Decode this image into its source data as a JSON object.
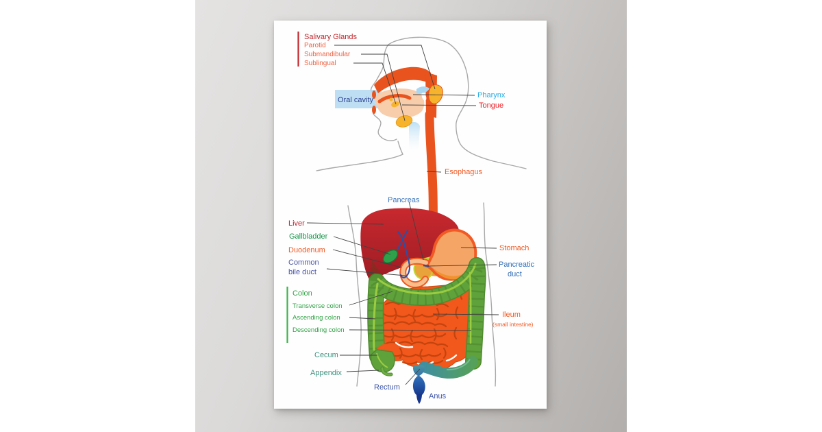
{
  "scene": {
    "background": "#ffffff",
    "wall_color_left": "#e4e3e2",
    "wall_color_right": "#b2afad",
    "poster_color": "#fefefe"
  },
  "diagram": {
    "leader_color": "#404040",
    "outline_color": "#a8a8a8",
    "salivary": {
      "heading": {
        "text": "Salivary Glands",
        "color": "#c1272d"
      },
      "bar_color": "#c1272d",
      "items": [
        {
          "text": "Parotid",
          "color": "#ee6242"
        },
        {
          "text": "Submandibular",
          "color": "#ee6242"
        },
        {
          "text": "Sublingual",
          "color": "#ee6242"
        }
      ]
    },
    "labels": {
      "oral_cavity": {
        "text": "Oral cavity",
        "color": "#2b3e92",
        "box_color": "#b7dcf2"
      },
      "pharynx": {
        "text": "Pharynx",
        "color": "#29abe2"
      },
      "tongue": {
        "text": "Tongue",
        "color": "#ed1c24"
      },
      "esophagus": {
        "text": "Esophagus",
        "color": "#f15a24"
      },
      "pancreas": {
        "text": "Pancreas",
        "color": "#3e78be"
      },
      "liver": {
        "text": "Liver",
        "color": "#be1e2d"
      },
      "gallbladder": {
        "text": "Gallbladder",
        "color": "#17954a"
      },
      "duodenum": {
        "text": "Duodenum",
        "color": "#f15a24"
      },
      "common_bile_duct": {
        "line1": "Common",
        "line2": "bile duct",
        "color": "#4a55a5"
      },
      "stomach": {
        "text": "Stomach",
        "color": "#f15a24"
      },
      "pancreatic_duct": {
        "line1": "Pancreatic",
        "line2": "duct",
        "color": "#2e6cb5"
      },
      "ileum": {
        "text": "Ileum",
        "note": "(small intestine)",
        "color": "#f15a24"
      },
      "cecum": {
        "text": "Cecum",
        "color": "#3d9480"
      },
      "appendix": {
        "text": "Appendix",
        "color": "#3d9480"
      },
      "rectum": {
        "text": "Rectum",
        "color": "#3a52a5"
      },
      "anus": {
        "text": "Anus",
        "color": "#3a52a5"
      }
    },
    "colon": {
      "heading": {
        "text": "Colon",
        "color": "#33a348"
      },
      "bar_color": "#39b54a",
      "items": [
        {
          "text": "Transverse colon",
          "color": "#33a348"
        },
        {
          "text": "Ascending colon",
          "color": "#33a348"
        },
        {
          "text": "Descending colon",
          "color": "#33a348"
        }
      ]
    },
    "organ_colors": {
      "esophagus": "#e8531e",
      "liver": "#b5222a",
      "stomach_fill": "#f5a566",
      "stomach_outline": "#f15a24",
      "pancreas": "#e8a33b",
      "pancreas_highlight": "#bfd730",
      "gallbladder": "#2fa14b",
      "bile_duct": "#2f4ea2",
      "small_intestine": "#f2571b",
      "colon": "#5fa23b",
      "colon_tenia": "#9bcb41",
      "sigmoid": "#4a9477",
      "rectum_top": "#4d95a0",
      "rectum_bottom": "#16368c",
      "salivary_gland": "#f7b32b",
      "oral_highlight": "#b7dcf2"
    }
  }
}
